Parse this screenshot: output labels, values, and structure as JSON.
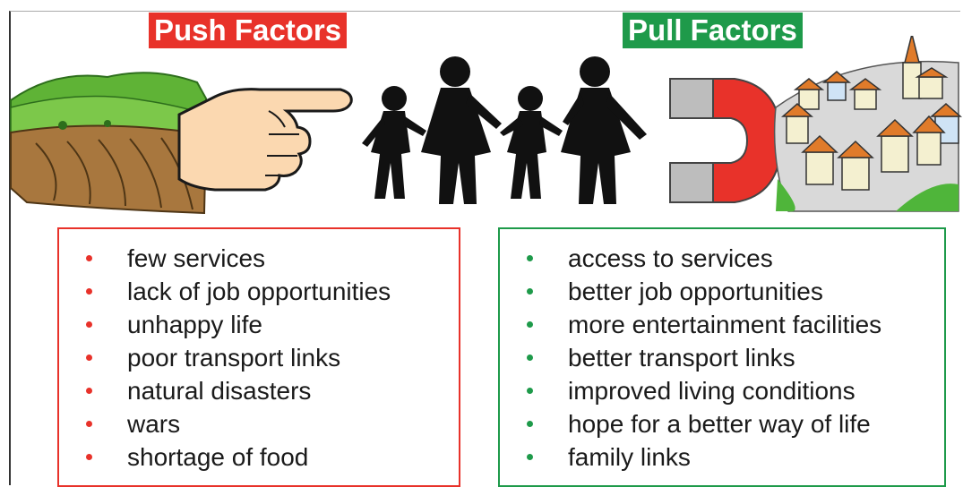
{
  "push": {
    "title": "Push Factors",
    "color": "#e8322a",
    "items": [
      "few services",
      "lack of job opportunities",
      "unhappy life",
      "poor transport links",
      "natural disasters",
      "wars",
      "shortage of food"
    ]
  },
  "pull": {
    "title": "Pull Factors",
    "color": "#1e9a4a",
    "items": [
      "access to services",
      "better job opportunities",
      "more entertainment facilities",
      "better transport links",
      "improved living conditions",
      "hope for a better way of life",
      "family links"
    ]
  },
  "icons": {
    "push_scene": "countryside-field-icon",
    "push_hand": "pointing-hand-icon",
    "people": "migrating-family-silhouette-icon",
    "magnet": "magnet-icon",
    "town": "town-houses-icon"
  }
}
